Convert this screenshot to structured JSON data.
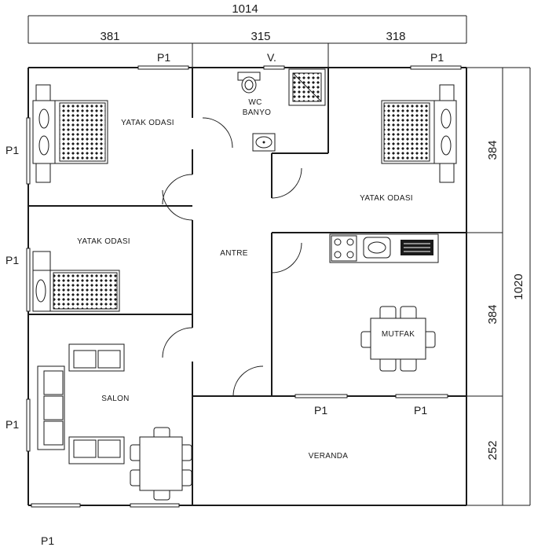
{
  "dimensions": {
    "total_width": "1014",
    "bedroom_left_width": "381",
    "bath_width": "315",
    "bedroom_right_width": "318",
    "total_depth": "1020",
    "bedroom_right_depth": "384",
    "kitchen_depth": "384",
    "veranda_depth": "252"
  },
  "rooms": {
    "bedroom_top_left": "YATAK ODASI",
    "bedroom_mid_left": "YATAK ODASI",
    "bedroom_right": "YATAK ODASI",
    "wc": "WC",
    "bathroom": "BANYO",
    "hall": "ANTRE",
    "kitchen": "MUTFAK",
    "living_room": "SALON",
    "veranda": "VERANDA"
  },
  "windows": {
    "top_left": "P1",
    "top_right": "P1",
    "vent": "V.",
    "left_upper": "P1",
    "left_middle": "P1",
    "left_lower": "P1",
    "kitchen_left": "P1",
    "kitchen_right": "P1",
    "bottom": "P1"
  }
}
